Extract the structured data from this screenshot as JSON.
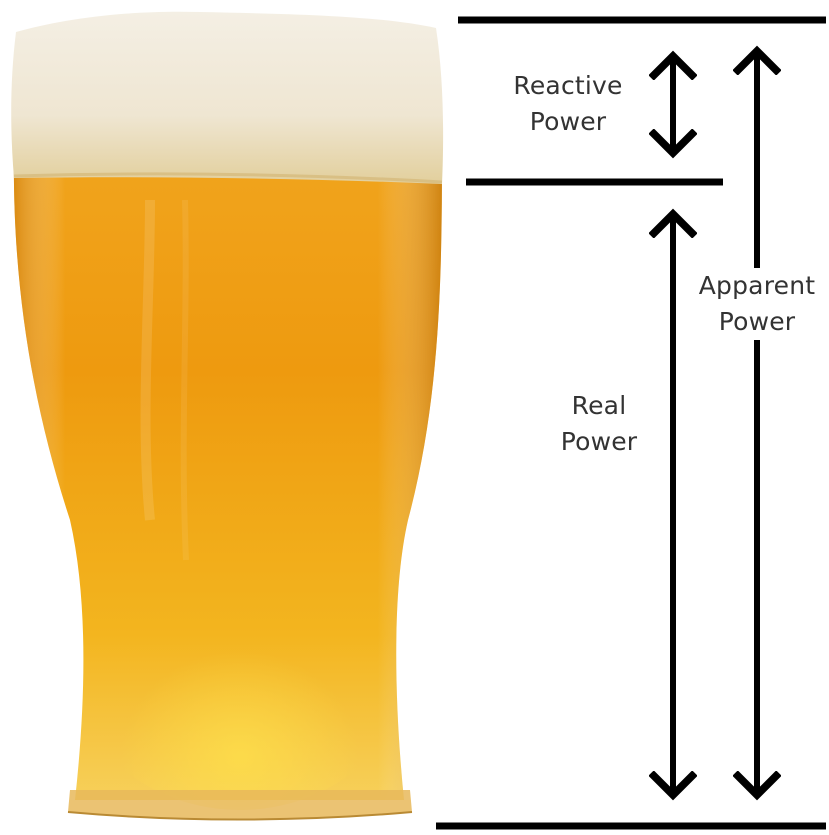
{
  "labels": {
    "reactive": {
      "line1": "Reactive",
      "line2": "Power"
    },
    "real": {
      "line1": "Real",
      "line2": "Power"
    },
    "apparent": {
      "line1": "Apparent",
      "line2": "Power"
    }
  },
  "colors": {
    "foam": "#f3ede0",
    "foam_shadow": "#d9ccae",
    "beer_top": "#f0a21a",
    "beer_mid": "#ee9a10",
    "beer_bottom": "#f6c426",
    "glass_edge": "#c78a1c",
    "lines": "#000000",
    "text": "#333333"
  },
  "icons": [
    "beer-glass",
    "double-arrow",
    "double-arrow",
    "double-arrow"
  ]
}
